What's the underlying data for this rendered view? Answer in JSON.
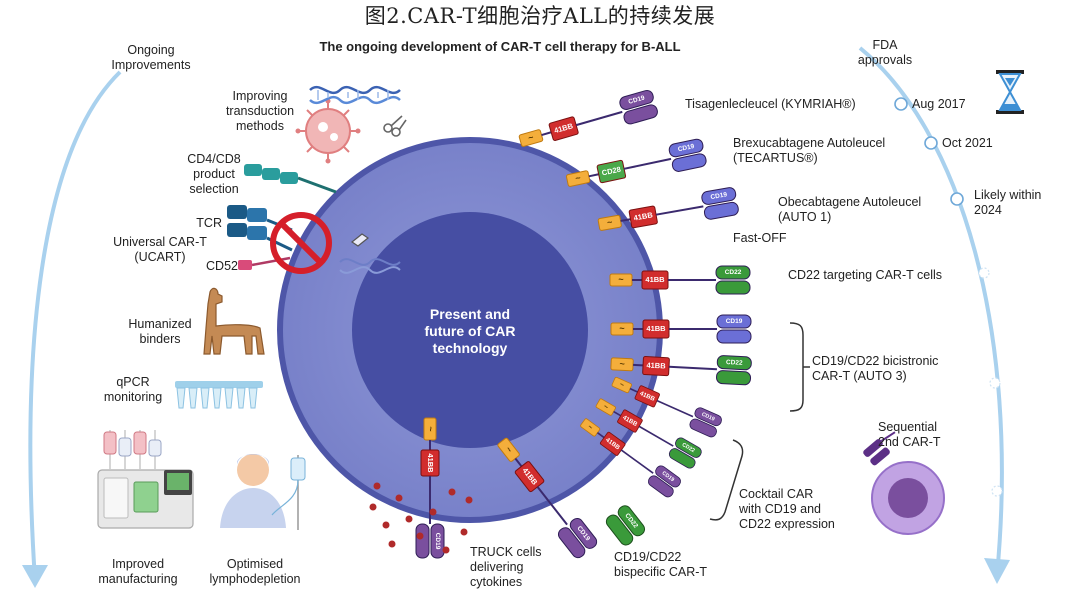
{
  "page_title": "图2.CAR-T细胞治疗ALL的持续发展",
  "diagram_title": "The ongoing development of CAR-T cell therapy for B-ALL",
  "center_label": "Present and\nfuture of CAR\ntechnology",
  "left_header": "Ongoing\nImprovements",
  "right_header": "FDA\napprovals",
  "improvements": {
    "transduction": "Improving\ntransduction\nmethods",
    "selection": "CD4/CD8\nproduct\nselection",
    "tcr": "TCR",
    "ucart": "Universal CAR-T\n(UCART)",
    "cd52": "CD52",
    "humanized": "Humanized\nbinders",
    "qpcr": "qPCR\nmonitoring",
    "manufacturing": "Improved\nmanufacturing",
    "lymphodepletion": "Optimised\nlymphodepletion"
  },
  "products": [
    {
      "name": "Tisagenlecleucel (KYMRIAH®)",
      "date": "Aug 2017"
    },
    {
      "name": "Brexucabtagene Autoleucel\n(TECARTUS®)",
      "date": "Oct 2021"
    },
    {
      "name": "Obecabtagene Autoleucel\n(AUTO 1)",
      "date": "Likely within\n2024"
    }
  ],
  "fast_off": "Fast-OFF",
  "constructs": {
    "cd22": "CD22 targeting CAR-T cells",
    "bicistronic": "CD19/CD22 bicistronic\nCAR-T (AUTO 3)",
    "cocktail": "Cocktail CAR\nwith CD19 and\nCD22 expression",
    "sequential": "Sequential\n2nd CAR-T",
    "bispecific": "CD19/CD22\nbispecific CAR-T",
    "truck": "TRUCK cells\ndelivering\ncytokines"
  },
  "domains": {
    "costim_41bb": "41BB",
    "costim_cd28": "CD28",
    "cd19": "CD19",
    "cd22": "CD22",
    "signal": "~"
  },
  "colors": {
    "cell_outer": "#7b85cc",
    "cell_rim": "#4e56a8",
    "nucleus": "#454da0",
    "cd19_purple": "#7a4f9e",
    "cd19_blue": "#6b6fd6",
    "cd22_green": "#3a9a3a",
    "costim_red": "#d12d2d",
    "cd28_green": "#4aa84a",
    "signal_yellow": "#f4ae3b",
    "arc_blue": "#9fcbe9",
    "ucart_red": "#d51f2a"
  },
  "icons": [
    "dna-icon",
    "virus-icon",
    "scissors-icon",
    "hourglass-icon",
    "llama-icon",
    "pcr-tubes-icon",
    "bioreactor-icon",
    "patient-icon",
    "iv-bag-icon",
    "prohibition-icon",
    "cytokine-dots-icon"
  ]
}
